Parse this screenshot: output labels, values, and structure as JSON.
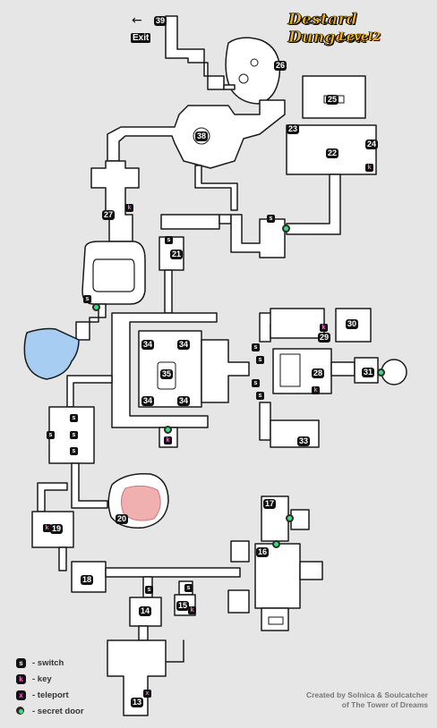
{
  "title": "Destard Dungeon",
  "subtitle": "Level2",
  "exit": {
    "arrow": "←",
    "label": "Exit"
  },
  "rooms": [
    "39",
    "26",
    "38",
    "25",
    "23",
    "22",
    "24",
    "27",
    "21",
    "30",
    "29",
    "28",
    "31",
    "34",
    "34",
    "34",
    "34",
    "35",
    "33",
    "20",
    "17",
    "19",
    "16",
    "18",
    "14",
    "15",
    "13"
  ],
  "legend": [
    {
      "symbol": "s",
      "text": "- switch"
    },
    {
      "symbol": "k",
      "text": "- key"
    },
    {
      "symbol": "x",
      "text": "- teleport"
    },
    {
      "symbol": "",
      "text": "- secret door"
    }
  ],
  "credits": {
    "line1": "Created by Solnica & Soulcatcher",
    "line2": "of The Tower of Dreams"
  },
  "marker_labels": {
    "switch": "s",
    "key": "k",
    "teleport": "x"
  },
  "colors": {
    "background": "#e6e6e6",
    "walls": "#1a1a1a",
    "floor": "#ffffff",
    "shade": "#d6d6d6",
    "water": "#a8cdf2",
    "lava": "#f0b0b0",
    "secret_door": "#37e07a",
    "title": "#f0b21e",
    "teleport": "#ff6ad4"
  }
}
